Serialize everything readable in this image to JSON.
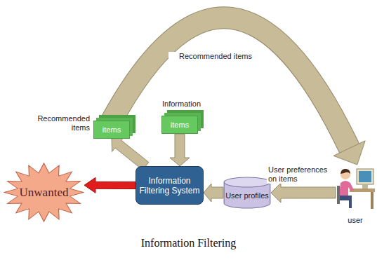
{
  "diagram": {
    "caption": "Information Filtering",
    "nodes": [
      {
        "text": [
          "Recommended items",
          "items"
        ]
      },
      {
        "text": [
          "Information",
          "items"
        ]
      },
      {
        "text": [
          "Information Filtering System"
        ]
      },
      {
        "text": [
          "User profiles"
        ]
      },
      {
        "text": [
          "Unwanted"
        ]
      },
      {
        "text": [
          "user"
        ]
      }
    ],
    "edges": [
      {
        "from": 1,
        "to": 2,
        "arrow": "to"
      },
      {
        "from": 2,
        "to": 0,
        "arrow": "to"
      },
      {
        "from": 2,
        "to": 4,
        "arrow": "to"
      },
      {
        "from": 3,
        "to": 2,
        "arrow": "to"
      },
      {
        "from": 5,
        "to": 3,
        "label": "User preferences on items",
        "arrow": "to"
      },
      {
        "from": 0,
        "to": 5,
        "label": "Recommended items",
        "arrow": "to"
      }
    ]
  }
}
